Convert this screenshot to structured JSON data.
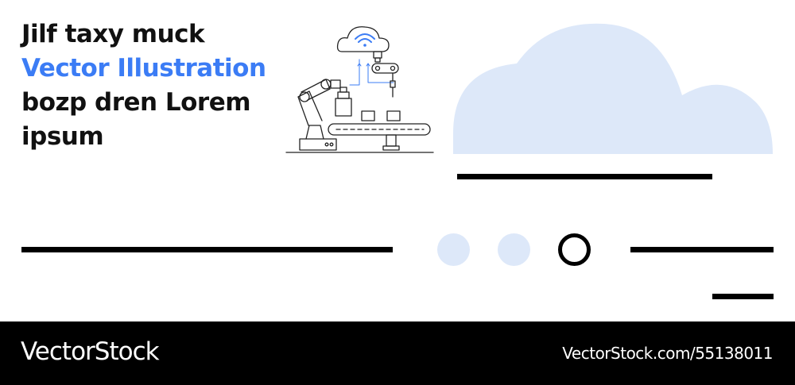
{
  "headline": {
    "line1": "Jilf taxy muck",
    "line2": "Vector Illustration",
    "line3": "bozp dren Lorem",
    "line4": "ipsum"
  },
  "colors": {
    "text": "#111111",
    "accent": "#3b7cf5",
    "cloud": "#dde8f9",
    "footer": "#000000",
    "footer_text": "#ffffff"
  },
  "illustration": {
    "icons": [
      "wifi-cloud-icon",
      "robotic-arm-icon",
      "conveyor-belt-icon"
    ]
  },
  "footer": {
    "brand": "VectorStock",
    "url": "VectorStock.com/55138011"
  }
}
